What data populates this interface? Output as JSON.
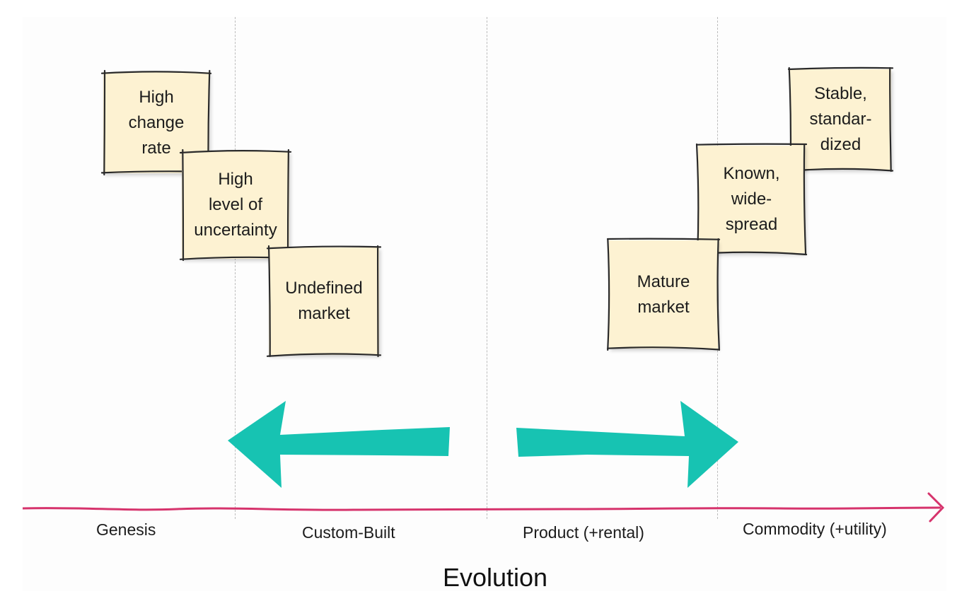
{
  "diagram": {
    "type": "evolution-map",
    "axis": {
      "title": "Evolution",
      "stages": [
        "Genesis",
        "Custom-Built",
        "Product (+rental)",
        "Commodity (+utility)"
      ],
      "color": "#d6336c"
    },
    "left_group": {
      "direction": "toward-genesis",
      "notes": [
        {
          "lines": [
            "High",
            "change",
            "rate"
          ]
        },
        {
          "lines": [
            "High",
            "level of",
            "uncertainty"
          ]
        },
        {
          "lines": [
            "Undefined",
            "market"
          ]
        }
      ]
    },
    "right_group": {
      "direction": "toward-commodity",
      "notes": [
        {
          "lines": [
            "Mature",
            "market"
          ]
        },
        {
          "lines": [
            "Known,",
            "wide-",
            "spread"
          ]
        },
        {
          "lines": [
            "Stable,",
            "standar-",
            "dized"
          ]
        }
      ]
    },
    "colors": {
      "note_fill": "#fdf2d2",
      "arrow_fill": "#17c3b2",
      "divider": "#bdbdbd"
    }
  }
}
